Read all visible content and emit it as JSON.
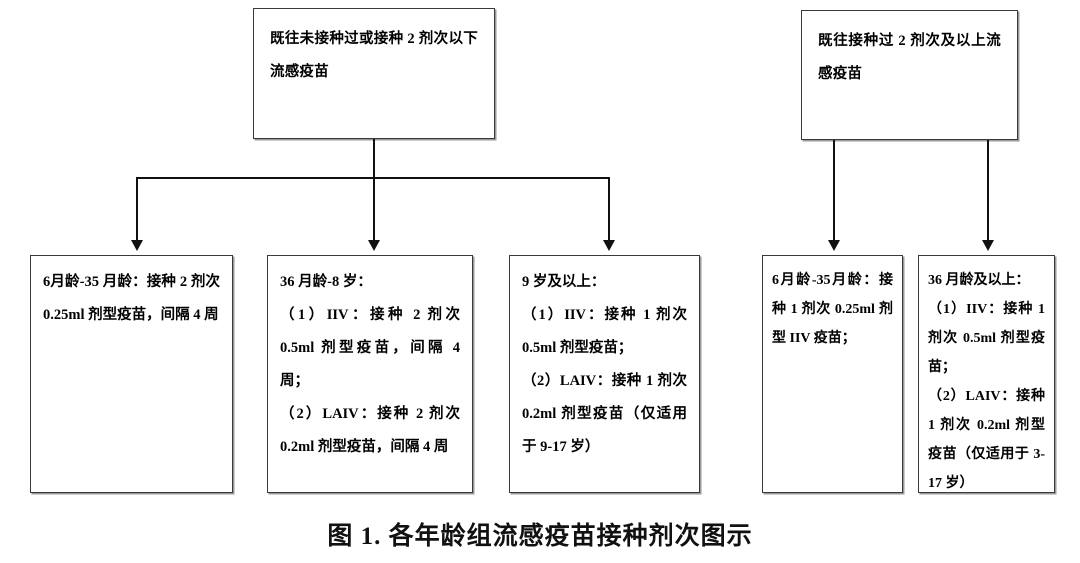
{
  "figure": {
    "caption": "图 1. 各年龄组流感疫苗接种剂次图示"
  },
  "nodes": {
    "left_root": {
      "label": "既往未接种过或接种 2 剂次以下流感疫苗"
    },
    "right_root": {
      "label": "既往接种过 2 剂次及以上流感疫苗"
    },
    "left_children": [
      {
        "label": "6月龄-35 月龄：接种 2 剂次 0.25ml 剂型疫苗，间隔 4 周"
      },
      {
        "label": "36 月龄-8 岁：\n（1）IIV：接种 2 剂次 0.5ml 剂型疫苗，间隔 4 周；\n（2）LAIV：接种 2 剂次 0.2ml 剂型疫苗，间隔 4 周"
      },
      {
        "label": "9 岁及以上：\n（1）IIV：接种 1 剂次 0.5ml 剂型疫苗；\n（2）LAIV：接种 1 剂次 0.2ml 剂型疫苗（仅适用于 9-17 岁）"
      }
    ],
    "right_children": [
      {
        "label": "6月龄-35月龄：接种 1 剂次 0.25ml 剂型 IIV 疫苗；"
      },
      {
        "label": "36 月龄及以上：\n（1）IIV：接种 1 剂次 0.5ml 剂型疫苗；\n（2）LAIV：接种 1 剂次 0.2ml 剂型疫苗（仅适用于 3-17 岁）"
      }
    ]
  },
  "colors": {
    "border": "#3a3a3a",
    "connector": "#111111",
    "background": "#ffffff",
    "text": "#000000"
  }
}
